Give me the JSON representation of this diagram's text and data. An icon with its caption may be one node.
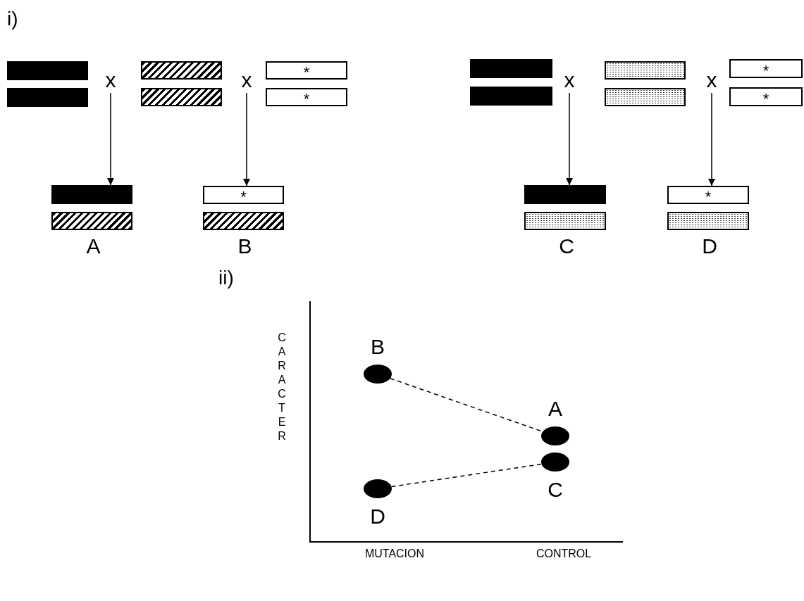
{
  "diagram": {
    "nodes": [
      {
        "text": [],
        "shape": "bar"
      },
      {
        "text": [],
        "shape": "bar"
      },
      {
        "text": [
          "x"
        ]
      },
      {
        "text": [],
        "shape": "bar"
      },
      {
        "text": [],
        "shape": "bar"
      },
      {
        "text": [
          "x"
        ]
      },
      {
        "text": [
          "*"
        ]
      },
      {
        "text": [
          "*"
        ]
      },
      {
        "text": [],
        "shape": "bar"
      },
      {
        "text": [],
        "shape": "bar"
      },
      {
        "text": [
          "x"
        ]
      },
      {
        "text": [],
        "shape": "bar"
      },
      {
        "text": [],
        "shape": "bar"
      },
      {
        "text": [
          "x"
        ]
      },
      {
        "text": [
          "*"
        ]
      },
      {
        "text": [
          "*"
        ]
      },
      {
        "text": [],
        "shape": "bar"
      },
      {
        "text": [],
        "shape": "bar",
        "beside": [
          "A"
        ]
      },
      {
        "text": [
          "*"
        ]
      },
      {
        "text": [],
        "shape": "bar",
        "beside": [
          "B"
        ]
      },
      {
        "text": [],
        "shape": "bar"
      },
      {
        "text": [],
        "shape": "bar",
        "beside": [
          "C"
        ]
      },
      {
        "text": [
          "*"
        ]
      },
      {
        "text": [],
        "shape": "bar",
        "beside": [
          "D"
        ]
      },
      {
        "text": [],
        "shape": "circle",
        "beside": [
          "B"
        ]
      },
      {
        "text": [],
        "shape": "circle",
        "beside": [
          "A"
        ]
      },
      {
        "text": [],
        "shape": "circle",
        "beside": [
          "C"
        ]
      },
      {
        "text": [],
        "shape": "circle",
        "beside": [
          "D"
        ]
      }
    ],
    "edges": [
      {
        "from": 2,
        "to": 16,
        "arrow": "to"
      },
      {
        "from": 5,
        "to": 18,
        "arrow": "to"
      },
      {
        "from": 10,
        "to": 20,
        "arrow": "to"
      },
      {
        "from": 13,
        "to": 22,
        "arrow": "to"
      },
      {
        "from": 24,
        "to": 25,
        "arrow": "none",
        "style": "dashed"
      },
      {
        "from": 27,
        "to": 26,
        "arrow": "none",
        "style": "dashed"
      }
    ],
    "labels": [
      "i)",
      "ii)",
      "CARACTER",
      "MUTACION",
      "CONTROL"
    ]
  }
}
